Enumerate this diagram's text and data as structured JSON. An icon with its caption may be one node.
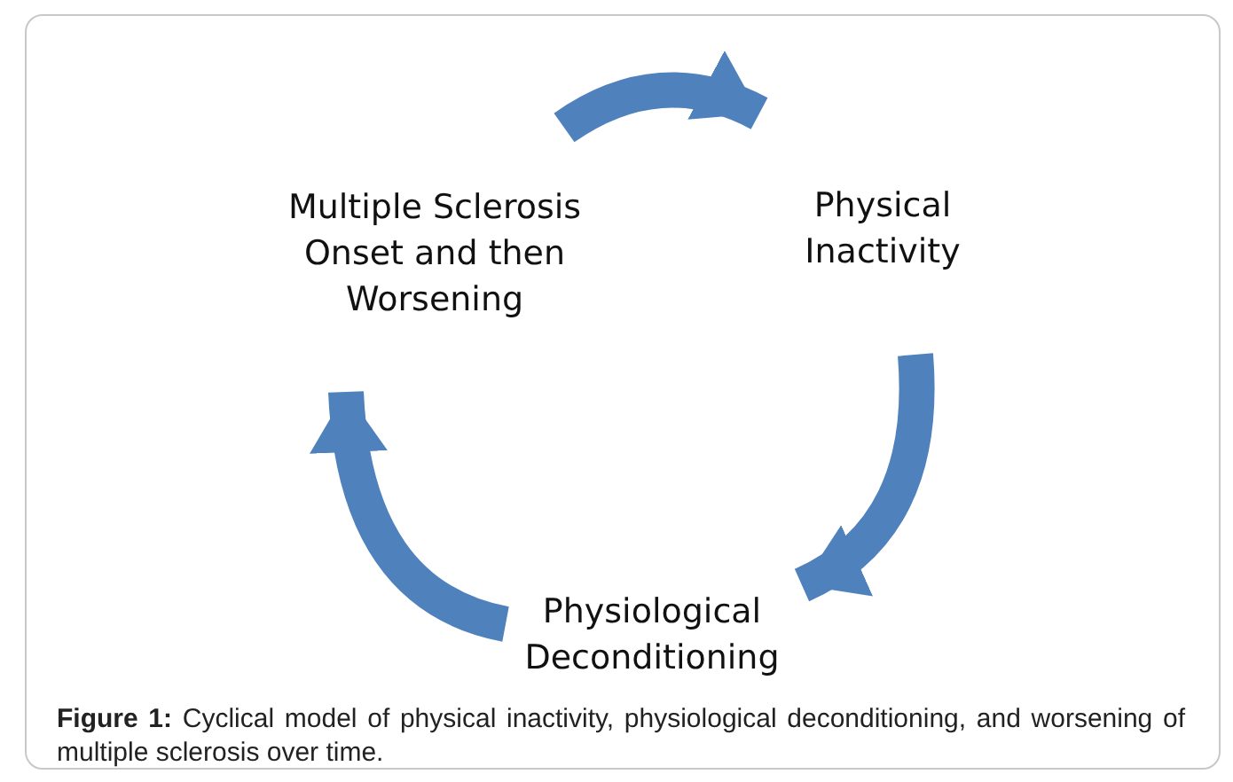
{
  "diagram": {
    "caption": "**Figure 1:** Cyclical model of physical inactivity, physiological deconditioning, and worsening of multiple sclerosis over time.",
    "nodes": [
      {
        "text": [
          "Multiple Sclerosis Onset and then Worsening"
        ]
      },
      {
        "text": [
          "Physical Inactivity"
        ]
      },
      {
        "text": [
          "Physiological Deconditioning"
        ]
      }
    ],
    "edges": [
      {
        "from": 0,
        "to": 1,
        "arrow": "to"
      },
      {
        "from": 1,
        "to": 2,
        "arrow": "to"
      },
      {
        "from": 2,
        "to": 0,
        "arrow": "to"
      }
    ]
  }
}
